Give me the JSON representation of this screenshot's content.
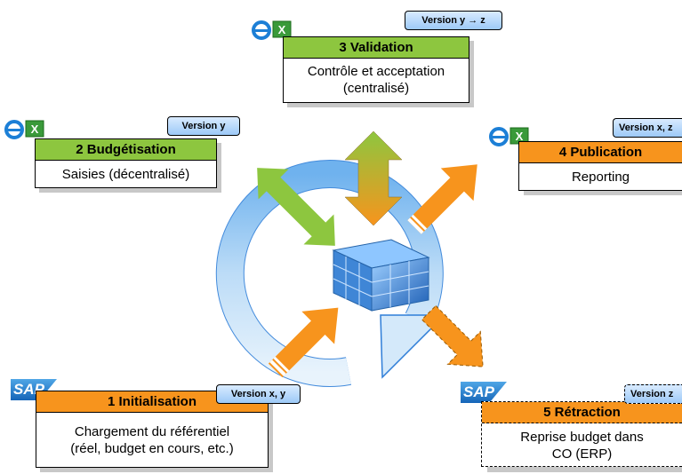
{
  "colors": {
    "green": "#8dc63f",
    "orange": "#ff8c00",
    "blue": "#5aa6ea",
    "badge": "#b7d7fb"
  },
  "steps": [
    {
      "title": "1 Initialisation",
      "line1": "Chargement du référentiel",
      "line2": "(réel, budget en cours, etc.)",
      "version": "Version x, y",
      "tool": "sap-logo"
    },
    {
      "title": "2 Budgétisation",
      "line1": "Saisies (décentralisé)",
      "line2": "",
      "version": "Version y",
      "tool": "ie-excel-icons"
    },
    {
      "title": "3 Validation",
      "line1": "Contrôle et acceptation",
      "line2": "(centralisé)",
      "version": "Version y → z",
      "tool": "ie-excel-icons"
    },
    {
      "title": "4 Publication",
      "line1": "Reporting",
      "line2": "",
      "version": "Version x, z",
      "tool": "ie-excel-icons"
    },
    {
      "title": "5 Rétraction",
      "line1": "Reprise budget dans",
      "line2": "CO (ERP)",
      "version": "Version z",
      "tool": "sap-logo"
    }
  ],
  "logo_text": "SAP",
  "center_icon": "data-cube-icon"
}
